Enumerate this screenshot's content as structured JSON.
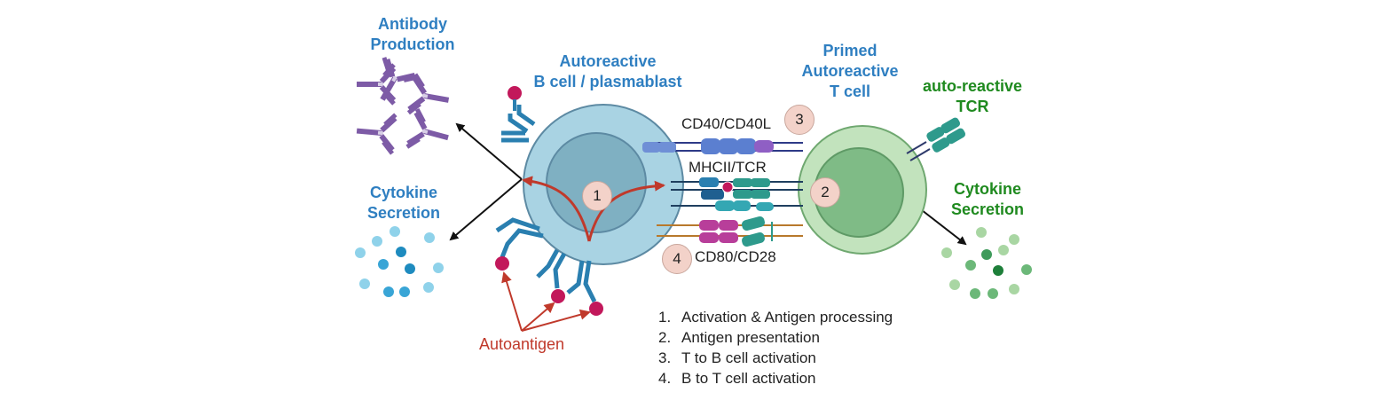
{
  "labels": {
    "antibody_production": [
      "Antibody",
      "Production"
    ],
    "cytokine_secretion_b": [
      "Cytokine",
      "Secretion"
    ],
    "b_cell": [
      "Autoreactive",
      "B cell / plasmablast"
    ],
    "t_cell": [
      "Primed",
      "Autoreactive",
      "T cell"
    ],
    "tcr": [
      "auto-reactive",
      "TCR"
    ],
    "cytokine_secretion_t": [
      "Cytokine",
      "Secretion"
    ],
    "autoantigen": "Autoantigen"
  },
  "interactions": {
    "cd40": "CD40/CD40L",
    "mhc": "MHCII/TCR",
    "cd80": "CD80/CD28"
  },
  "step_badges": [
    "1",
    "2",
    "3",
    "4"
  ],
  "steps": [
    {
      "num": "1.",
      "text": "Activation & Antigen processing"
    },
    {
      "num": "2.",
      "text": "Antigen presentation"
    },
    {
      "num": "3.",
      "text": "T to B cell activation"
    },
    {
      "num": "4.",
      "text": "B to T cell activation"
    }
  ],
  "colors": {
    "label_blue": "#2f7fc1",
    "label_green": "#1f8a1f",
    "autoantigen_red": "#c0392b",
    "b_cell_fill": "#a9d3e3",
    "b_nucleus_fill": "#7fb0c2",
    "t_cell_fill": "#c2e3bd",
    "t_nucleus_fill": "#7fbb86",
    "antibody_purple": "#7d5ba6",
    "bcr_blue": "#2a7fb0",
    "tcr_teal": "#2e9a8c",
    "autoantigen_dot": "#c2185b"
  }
}
